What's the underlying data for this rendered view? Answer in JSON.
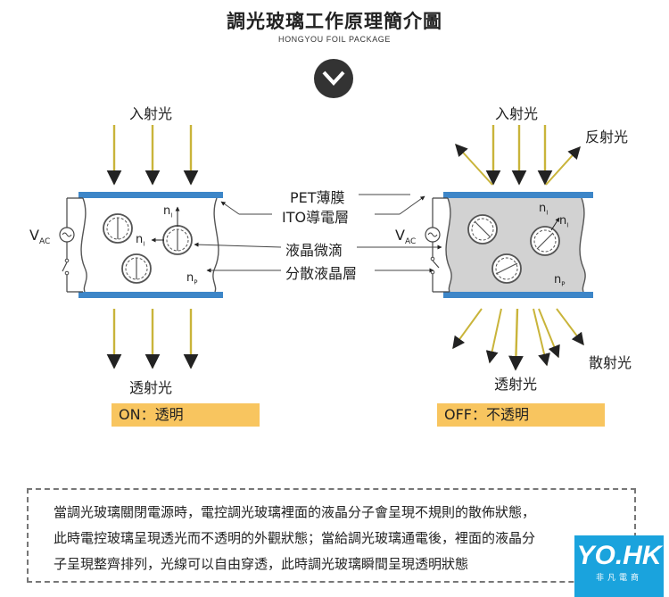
{
  "header": {
    "title": "調光玻璃工作原理簡介圖",
    "subtitle": "HONGYOU FOIL PACKAGE"
  },
  "left_panel": {
    "incident_label": "入射光",
    "transmitted_label": "透射光",
    "status": "ON：透明",
    "vac_main": "V",
    "vac_sub": "AC",
    "n_i": "n",
    "n_i_sub": "I",
    "n_l": "n",
    "n_l_sub": "I",
    "n_p": "n",
    "n_p_sub": "P"
  },
  "right_panel": {
    "incident_label": "入射光",
    "reflected_label": "反射光",
    "scattered_label": "散射光",
    "transmitted_label": "透射光",
    "status": "OFF：不透明",
    "vac_main": "V",
    "vac_sub": "AC",
    "n_i": "n",
    "n_i_sub": "I",
    "n_l": "n",
    "n_l_sub": "I",
    "n_p": "n",
    "n_p_sub": "P"
  },
  "center_labels": {
    "pet": "PET薄膜",
    "ito": "ITO導電層",
    "droplet": "液晶微滴",
    "dispersed": "分散液晶層"
  },
  "note": {
    "line1": "當調光玻璃關閉電源時，電控調光玻璃裡面的液晶分子會呈現不規則的散佈狀態，",
    "line2": "此時電控玻璃呈現透光而不透明的外觀狀態；當給調光玻璃通電後，裡面的液晶分",
    "line3": "子呈現整齊排列，光線可以自由穿透，此時調光玻璃瞬間呈現透明狀態"
  },
  "logo": {
    "text": "YO.HK",
    "subtext": "非凡電商"
  },
  "colors": {
    "film_blue": "#3d86c8",
    "status_bg": "#f8c55f",
    "arrow_yellow": "#e8d23a",
    "off_fill": "#d2d2d2",
    "logo_bg": "#1aa3dd"
  }
}
